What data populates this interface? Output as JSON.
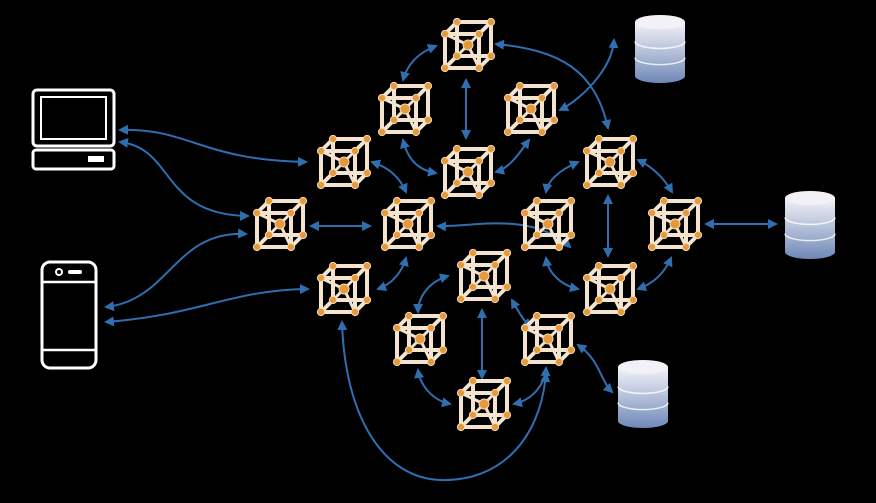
{
  "colors": {
    "background": "#000000",
    "arrow": "#2f6fb0",
    "cube_frame": "#f3e3cf",
    "cube_node": "#e49a3c",
    "cube_node_light": "#f5d9b0",
    "device_outline": "#ffffff",
    "db_top": "#f2f2f6",
    "db_mid": "#b9c4db",
    "db_bottom": "#6f87b8"
  },
  "devices": [
    {
      "id": "laptop",
      "icon": "computer-icon"
    },
    {
      "id": "phone",
      "icon": "smartphone-icon"
    }
  ],
  "databases": [
    {
      "id": "db-top",
      "icon": "database-icon"
    },
    {
      "id": "db-right",
      "icon": "database-icon"
    },
    {
      "id": "db-bottom",
      "icon": "database-icon"
    }
  ],
  "nodes": [
    {
      "id": "n1",
      "icon": "cube-node-icon"
    },
    {
      "id": "n2",
      "icon": "cube-node-icon"
    },
    {
      "id": "n3",
      "icon": "cube-node-icon"
    },
    {
      "id": "n4",
      "icon": "cube-node-icon"
    },
    {
      "id": "n5",
      "icon": "cube-node-icon"
    },
    {
      "id": "n6",
      "icon": "cube-node-icon"
    },
    {
      "id": "n7",
      "icon": "cube-node-icon"
    },
    {
      "id": "n8",
      "icon": "cube-node-icon"
    },
    {
      "id": "n9",
      "icon": "cube-node-icon"
    },
    {
      "id": "n10",
      "icon": "cube-node-icon"
    },
    {
      "id": "n11",
      "icon": "cube-node-icon"
    },
    {
      "id": "n12",
      "icon": "cube-node-icon"
    },
    {
      "id": "n13",
      "icon": "cube-node-icon"
    },
    {
      "id": "n14",
      "icon": "cube-node-icon"
    },
    {
      "id": "n15",
      "icon": "cube-node-icon"
    },
    {
      "id": "n16",
      "icon": "cube-node-icon"
    },
    {
      "id": "n17",
      "icon": "cube-node-icon"
    }
  ]
}
